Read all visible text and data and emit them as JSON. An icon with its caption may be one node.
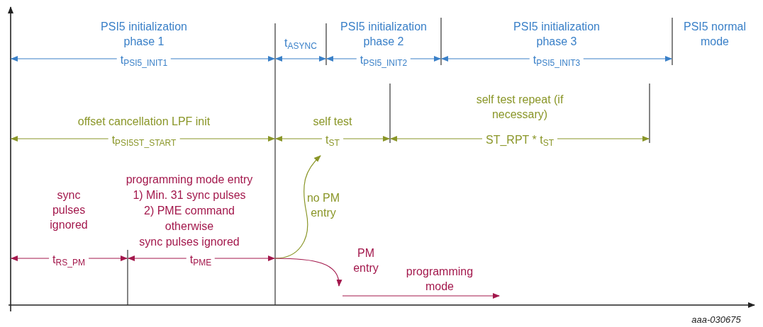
{
  "diagram": {
    "labels": [
      "PSI5 initialization phase 1",
      "t$_{PSI5_INIT1}$",
      "t$_{ASYNC}$",
      "PSI5 initialization phase 2",
      "t$_{PSI5_INIT2}$",
      "PSI5 initialization phase 3",
      "t$_{PSI5_INIT3}$",
      "PSI5 normal mode",
      "offset cancellation LPF init",
      "t$_{PSI5ST_START}$",
      "self test",
      "t$_{ST}$",
      "self test repeat (if necessary)",
      "ST_RPT * t$_{ST}$",
      "programming mode entry",
      "1) Min. 31 sync pulses",
      "2) PME command",
      "otherwise",
      "sync pulses ignored",
      "sync pulses ignored",
      "t$_{RS_PM}$",
      "t$_{PME}$",
      "no PM entry",
      "PM entry",
      "programming mode",
      "aaa-030675"
    ]
  }
}
